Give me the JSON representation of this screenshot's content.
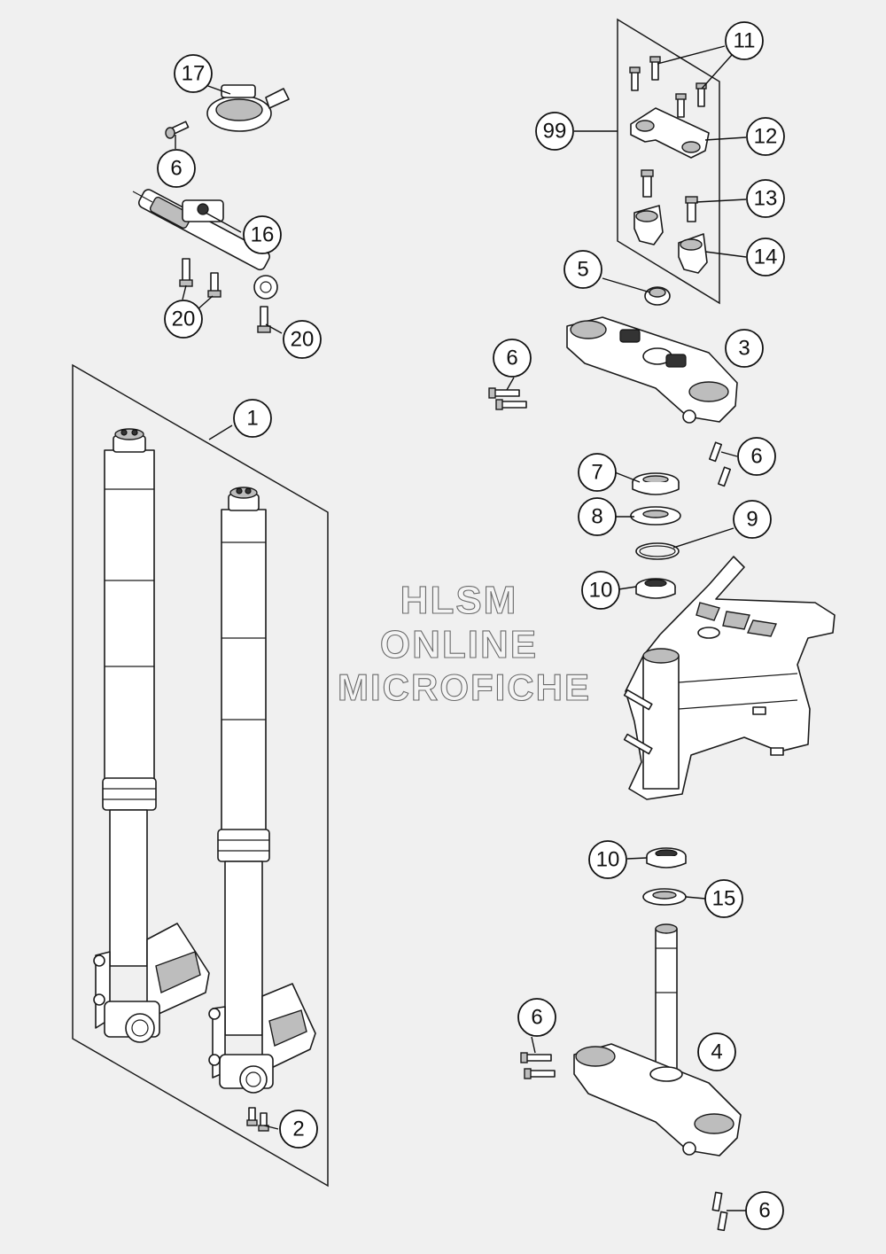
{
  "watermark": {
    "line1": "HLSM",
    "line2": "ONLINE",
    "line3": "MICROFICHE"
  },
  "callouts": [
    {
      "id": "c17",
      "label": "17"
    },
    {
      "id": "c6a",
      "label": "6"
    },
    {
      "id": "c16",
      "label": "16"
    },
    {
      "id": "c20a",
      "label": "20"
    },
    {
      "id": "c20b",
      "label": "20"
    },
    {
      "id": "c1",
      "label": "1"
    },
    {
      "id": "c2",
      "label": "2"
    },
    {
      "id": "c11",
      "label": "11"
    },
    {
      "id": "c99",
      "label": "99"
    },
    {
      "id": "c12",
      "label": "12"
    },
    {
      "id": "c13",
      "label": "13"
    },
    {
      "id": "c14",
      "label": "14"
    },
    {
      "id": "c5",
      "label": "5"
    },
    {
      "id": "c3",
      "label": "3"
    },
    {
      "id": "c6b",
      "label": "6"
    },
    {
      "id": "c6c",
      "label": "6"
    },
    {
      "id": "c7",
      "label": "7"
    },
    {
      "id": "c8",
      "label": "8"
    },
    {
      "id": "c9",
      "label": "9"
    },
    {
      "id": "c10a",
      "label": "10"
    },
    {
      "id": "c10b",
      "label": "10"
    },
    {
      "id": "c15",
      "label": "15"
    },
    {
      "id": "c6d",
      "label": "6"
    },
    {
      "id": "c4",
      "label": "4"
    },
    {
      "id": "c6e",
      "label": "6"
    }
  ]
}
